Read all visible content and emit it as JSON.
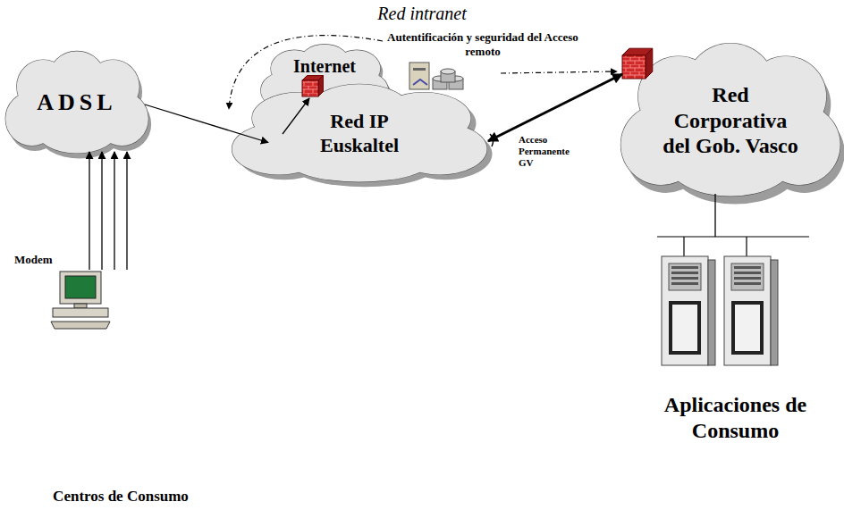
{
  "diagram": {
    "title": "Red intranet",
    "nodes": [
      {
        "text": [
          "ADSL"
        ]
      },
      {
        "text": [
          "Internet"
        ]
      },
      {
        "text": [
          "Red IP Euskaltel"
        ]
      },
      {
        "text": [
          "Red Corporativa del Gob. Vasco"
        ]
      },
      {
        "text": [
          "Centros de Consumo"
        ]
      },
      {
        "text": [
          "Aplicaciones de Consumo"
        ]
      }
    ],
    "edges": [
      {
        "from": 4,
        "to": 0,
        "arrow": "to"
      },
      {
        "from": 4,
        "to": 0,
        "arrow": "to"
      },
      {
        "from": 4,
        "to": 0,
        "arrow": "to"
      },
      {
        "from": 4,
        "to": 0,
        "arrow": "to"
      },
      {
        "from": 0,
        "to": 2,
        "arrow": "to"
      },
      {
        "from": 2,
        "to": 1,
        "arrow": "to"
      },
      {
        "from": 2,
        "to": 3,
        "label": "Acceso Permanente GV",
        "arrow": "both"
      },
      {
        "from": 3,
        "to": 5,
        "arrow": "none"
      }
    ],
    "labels": [
      "Autentificación y seguridad del Acceso remoto",
      "Modem"
    ]
  }
}
